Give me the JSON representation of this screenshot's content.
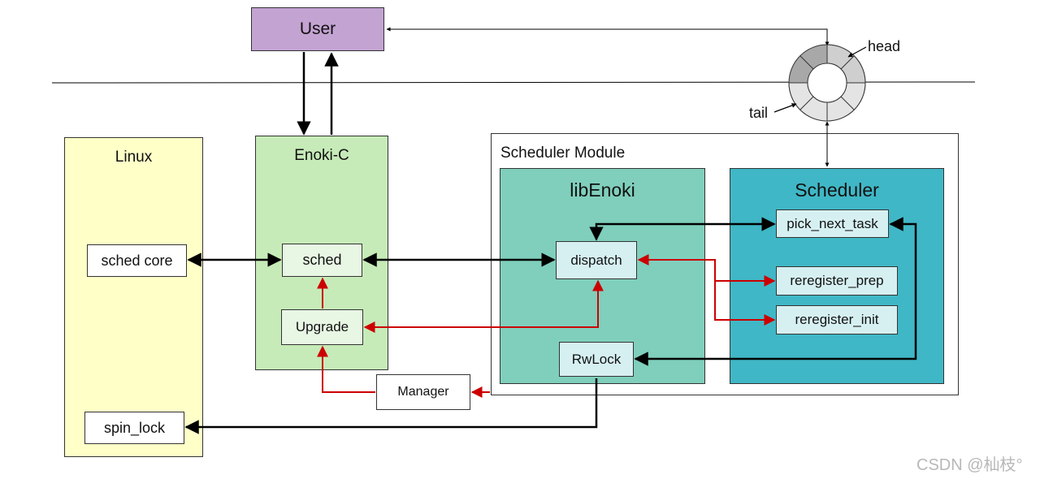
{
  "user": "User",
  "linux": {
    "title": "Linux",
    "sched_core": "sched core",
    "spin_lock": "spin_lock"
  },
  "enoki_c": {
    "title": "Enoki-C",
    "sched": "sched",
    "upgrade": "Upgrade"
  },
  "manager": "Manager",
  "scheduler_module": {
    "title": "Scheduler Module",
    "libenoki": {
      "title": "libEnoki",
      "dispatch": "dispatch",
      "rwlock": "RwLock"
    },
    "scheduler": {
      "title": "Scheduler",
      "pick_next_task": "pick_next_task",
      "reregister_prep": "reregister_prep",
      "reregister_init": "reregister_init"
    }
  },
  "ring_buffer": {
    "head": "head",
    "tail": "tail"
  },
  "watermark": "CSDN @杣枝°",
  "colors": {
    "user": "#c3a3d2",
    "linux": "#ffffc8",
    "enoki_c": "#c6ebb8",
    "libenoki": "#7fcfbc",
    "scheduler": "#40b7c6",
    "inner_box": "#e8f6e4",
    "inner_box_blue": "#d6f0f2",
    "black_arrow": "#000000",
    "red_arrow": "#cc0000"
  }
}
